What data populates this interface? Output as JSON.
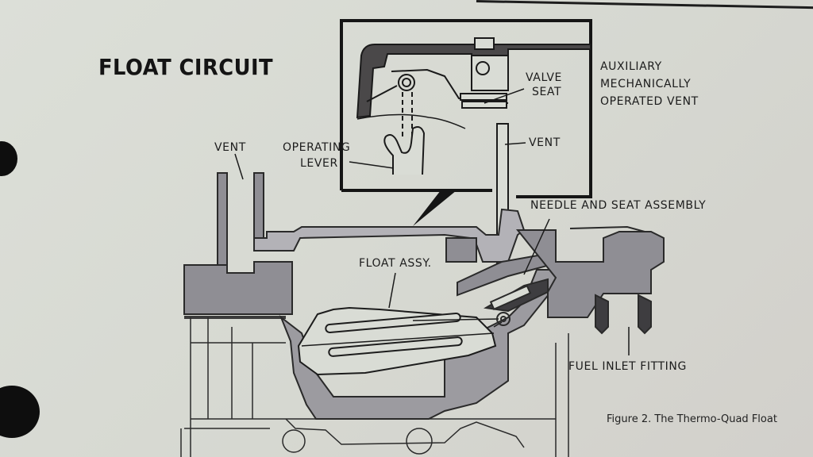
{
  "page": {
    "title": "FLOAT CIRCUIT",
    "caption": "Figure 2. The Thermo-Quad Float",
    "colors": {
      "paper": "#d9dcd5",
      "ink": "#1a1a1a",
      "metal_dark": "#8f8e94",
      "metal_light": "#b3b2b7"
    }
  },
  "labels": {
    "vent_left": "VENT",
    "operating_lever_line1": "OPERATING",
    "operating_lever_line2": "LEVER",
    "valve_seat_line1": "VALVE",
    "valve_seat_line2": "SEAT",
    "vent_inset": "VENT",
    "aux_vent_line1": "AUXILIARY",
    "aux_vent_line2": "MECHANICALLY",
    "aux_vent_line3": "OPERATED VENT",
    "needle_seat": "NEEDLE AND SEAT ASSEMBLY",
    "float_assy": "FLOAT ASSY.",
    "fuel_inlet": "FUEL INLET FITTING"
  },
  "binder_holes": 2
}
